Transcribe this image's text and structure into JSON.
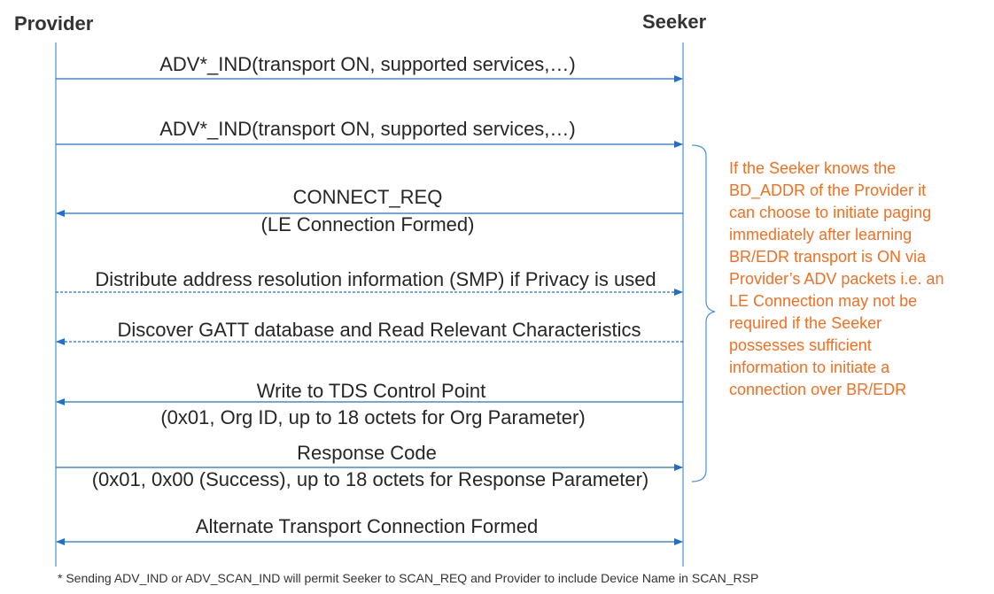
{
  "actors": {
    "provider": "Provider",
    "seeker": "Seeker"
  },
  "messages": [
    {
      "label": "ADV*_IND(transport ON, supported services,…)",
      "sublabel": "",
      "direction": "to-seeker",
      "style": "solid"
    },
    {
      "label": "ADV*_IND(transport ON, supported services,…)",
      "sublabel": "",
      "direction": "to-seeker",
      "style": "solid"
    },
    {
      "label": "CONNECT_REQ",
      "sublabel": "(LE Connection Formed)",
      "direction": "to-provider",
      "style": "solid"
    },
    {
      "label": "Distribute address resolution information (SMP) if Privacy is used",
      "sublabel": "",
      "direction": "to-seeker",
      "style": "dashed"
    },
    {
      "label": "Discover GATT database and Read Relevant Characteristics",
      "sublabel": "",
      "direction": "to-provider",
      "style": "dashed"
    },
    {
      "label": "Write to TDS Control Point",
      "sublabel": "(0x01, Org ID, up to 18 octets for Org Parameter)",
      "direction": "to-provider",
      "style": "solid"
    },
    {
      "label": "Response Code",
      "sublabel": "(0x01, 0x00 (Success), up to 18 octets for Response Parameter)",
      "direction": "to-seeker",
      "style": "solid"
    },
    {
      "label": "Alternate Transport Connection Formed",
      "sublabel": "",
      "direction": "both",
      "style": "solid"
    }
  ],
  "note": {
    "lines": [
      "If the Seeker knows the",
      "BD_ADDR of the Provider it",
      "can choose to initiate paging",
      "immediately after learning",
      "BR/EDR transport is ON via",
      "Provider’s ADV packets i.e. an",
      "LE Connection may not be",
      "required if the Seeker",
      "possesses sufficient",
      "information to initiate a",
      "connection over BR/EDR"
    ]
  },
  "footnote": "* Sending ADV_IND or ADV_SCAN_IND will permit Seeker to SCAN_REQ and Provider to include Device Name in SCAN_RSP",
  "colors": {
    "lifeline": "#4a90d9",
    "arrow": "#1e6fd0",
    "note_text": "#f36f21",
    "text": "#262626"
  }
}
